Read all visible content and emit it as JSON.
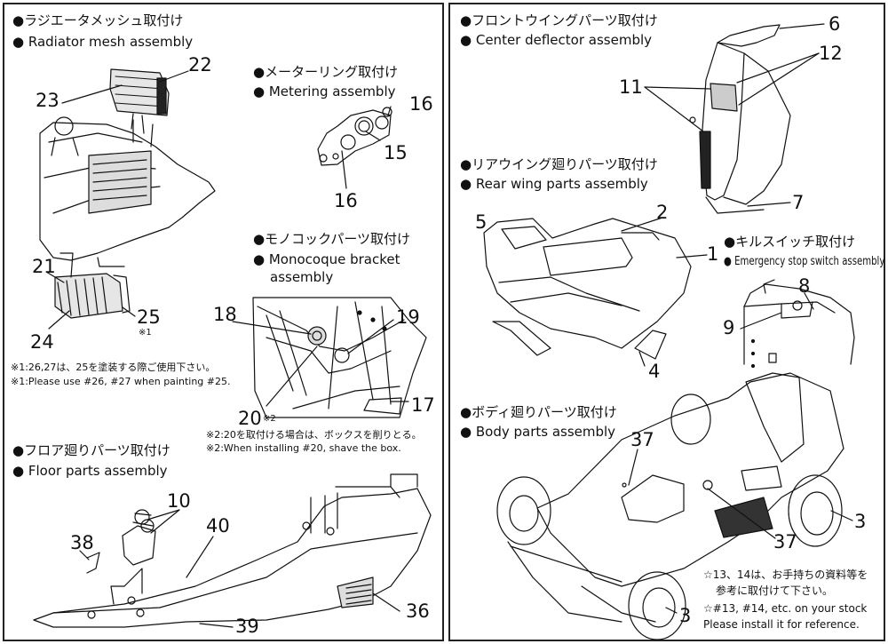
{
  "sections": {
    "radiator": {
      "ja": "●ラジエータメッシュ取付け",
      "en": "● Radiator mesh assembly"
    },
    "metering": {
      "ja": "●メーターリング取付け",
      "en": "● Metering assembly"
    },
    "monocoque": {
      "ja": "●モノコックパーツ取付け",
      "en1": "● Monocoque bracket",
      "en2": "assembly"
    },
    "floor": {
      "ja": "●フロア廻りパーツ取付け",
      "en": "● Floor  parts  assembly"
    },
    "front_wing": {
      "ja": "●フロントウイングパーツ取付け",
      "en": "● Center  deflector  assembly"
    },
    "rear_wing": {
      "ja": "●リアウイング廻りパーツ取付け",
      "en": "● Rear wing parts  assembly"
    },
    "kill_switch": {
      "ja": "●キルスイッチ取付け",
      "en": "● Emergency stop switch  assembly"
    },
    "body": {
      "ja": "●ボディ廻りパーツ取付け",
      "en": "● Body parts assembly"
    }
  },
  "notes": {
    "n1_ja": "※1:26,27は、25を塗装する際ご使用下さい。",
    "n1_en": "※1:Please use #26, #27 when painting #25.",
    "n2_ja": "※2:20を取付ける場合は、ボックスを削りとる。",
    "n2_en": "※2:When installing #20, shave the box.",
    "stock_ja1": "☆13、14は、お手持ちの資料等を",
    "stock_ja2": "参考に取付けて下さい。",
    "stock_en1": "☆#13, #14, etc. on your stock",
    "stock_en2": "Please install it for reference."
  },
  "callouts": {
    "radiator": {
      "p22": "22",
      "p23": "23",
      "p21": "21",
      "p24": "24",
      "p25": "25",
      "p25_mark": "※1"
    },
    "metering": {
      "p16a": "16",
      "p15": "15",
      "p16b": "16"
    },
    "monocoque": {
      "p18": "18",
      "p19": "19",
      "p17": "17",
      "p20": "20",
      "p20_mark": "※2"
    },
    "floor": {
      "p10": "10",
      "p40": "40",
      "p38": "38",
      "p36": "36",
      "p39": "39"
    },
    "front_wing": {
      "p6": "6",
      "p12": "12",
      "p11": "11",
      "p7": "7"
    },
    "rear_wing": {
      "p5": "5",
      "p2": "2",
      "p1": "1",
      "p4": "4"
    },
    "kill_switch": {
      "p8": "8",
      "p9": "9"
    },
    "body": {
      "p37a": "37",
      "p37b": "37",
      "p3a": "3",
      "p3b": "3"
    }
  }
}
